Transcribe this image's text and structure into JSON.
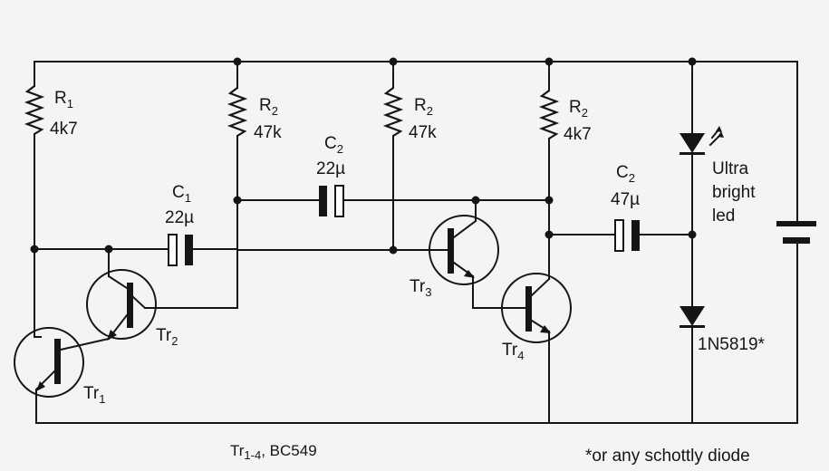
{
  "components": {
    "r1": {
      "name": "R",
      "sub": "1",
      "value": "4k7"
    },
    "r2a": {
      "name": "R",
      "sub": "2",
      "value": "47k"
    },
    "r2b": {
      "name": "R",
      "sub": "2",
      "value": "47k"
    },
    "r2c": {
      "name": "R",
      "sub": "2",
      "value": "4k7"
    },
    "c1": {
      "name": "C",
      "sub": "1",
      "value": "22µ"
    },
    "c2a": {
      "name": "C",
      "sub": "2",
      "value": "22µ"
    },
    "c2b": {
      "name": "C",
      "sub": "2",
      "value": "47µ"
    },
    "tr1": {
      "name": "Tr",
      "sub": "1"
    },
    "tr2": {
      "name": "Tr",
      "sub": "2"
    },
    "tr3": {
      "name": "Tr",
      "sub": "3"
    },
    "tr4": {
      "name": "Tr",
      "sub": "4"
    },
    "led": {
      "line1": "Ultra",
      "line2": "bright",
      "line3": "led"
    },
    "diode": {
      "value": "1N5819*"
    }
  },
  "notes": {
    "transistors_prefix": "Tr",
    "transistors_range": "1-4",
    "transistors_type": ", BC549",
    "footnote": "*or any schottly diode"
  }
}
